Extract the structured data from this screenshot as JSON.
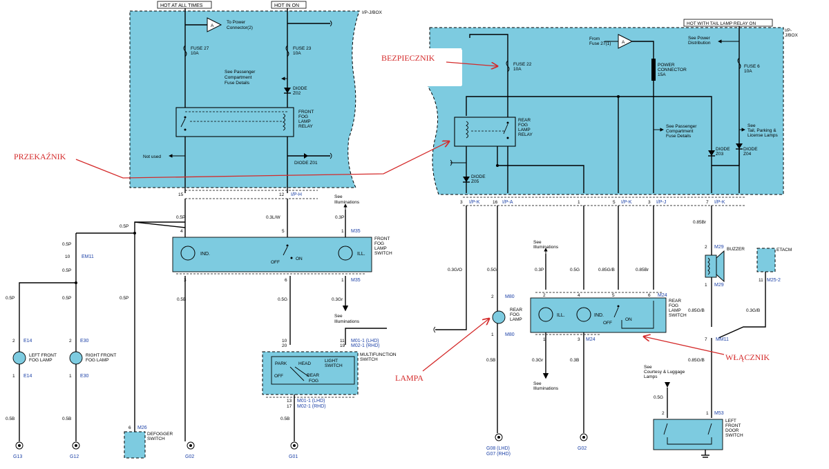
{
  "left_box": {
    "hot_all_times": "HOT AT ALL TIMES",
    "hot_in_on": "HOT IN ON",
    "box_name": "I/P-J/BOX",
    "conn_a": "A",
    "to_power_connector": [
      "To Power",
      "Connector(2)"
    ],
    "fuse27": [
      "FUSE 27",
      "10A"
    ],
    "fuse23": [
      "FUSE 23",
      "10A"
    ],
    "see_passenger": [
      "See Passenger",
      "Compartment",
      "Fuse Details"
    ],
    "diode_z02": [
      "DIODE",
      "Z02"
    ],
    "relay": [
      "FRONT",
      "FOG",
      "LAMP",
      "RELAY"
    ],
    "not_used": "Not used",
    "diode_z01": "DIODE Z01"
  },
  "right_box": {
    "hot_tail": "HOT WITH TAIL LAMP RELAY ON",
    "box_name": [
      "I/P-",
      "J/BOX"
    ],
    "from_fuse": [
      "From",
      "Fuse 27(1)"
    ],
    "conn_a": "A",
    "see_power_dist": [
      "See Power",
      "Distribution"
    ],
    "fuse22": [
      "FUSE 22",
      "10A"
    ],
    "power_connector": [
      "POWER",
      "CONNECTOR",
      "15A"
    ],
    "fuse6": [
      "FUSE 6",
      "10A"
    ],
    "relay": [
      "REAR",
      "FOG",
      "LAMP",
      "RELAY"
    ],
    "see_passenger": [
      "See Passenger",
      "Compartment",
      "Fuse Details"
    ],
    "see_tail": [
      "See",
      "Tail, Parking &",
      "License Lamps"
    ],
    "diode_z03": [
      "DIODE",
      "Z03"
    ],
    "diode_z04": [
      "DIODE",
      "Z04"
    ],
    "diode_z05": [
      "DIODE",
      "Z05"
    ]
  },
  "annotations": {
    "bezpiecznik": "BEZPIECZNIK",
    "przekaznik": "PRZEKAŹNIK",
    "lampa": "LAMPA",
    "wlacznik": "WŁĄCZNIK"
  },
  "left_pins": {
    "p15": "15",
    "p12": "12",
    "iph": "I/P-H",
    "see_illum_top": [
      "See",
      "Illuminations"
    ],
    "w05p_a": "0.5P",
    "w05p_b": "0.5P",
    "w03lw": "0.3L/W",
    "w03p": "0.3P",
    "p4": "4",
    "p5": "5",
    "p1": "1",
    "m35": "M35",
    "w05p_c": "0.5P",
    "w05p_d": "0.5P",
    "em11_10": "10",
    "em11": "EM11",
    "w05p_e": "0.5P",
    "w05p_f": "0.5P",
    "w05p_g": "0.5P",
    "w05p_h": "0.5P",
    "p2a": "2",
    "e14a": "E14",
    "p2b": "2",
    "e30a": "E30",
    "left_fog": [
      "LEFT FRONT",
      "FOG LAMP"
    ],
    "right_fog": [
      "RIGHT FRONT",
      "FOG LAMP"
    ],
    "p1a": "1",
    "e14b": "E14",
    "p1b": "1",
    "e30b": "E30",
    "w05b_a": "0.5B",
    "w05b_b": "0.5B",
    "g13": "G13",
    "g12": "G12",
    "p6": "6",
    "m26": "M26",
    "defogger": [
      "DEFOGGER",
      "SWITCH"
    ],
    "g02a": "G02"
  },
  "front_switch": {
    "ind": "IND.",
    "ill": "ILL.",
    "off": "OFF",
    "on": "ON",
    "name": [
      "FRONT",
      "FOG",
      "LAMP",
      "SWITCH"
    ],
    "p3": "3",
    "p6": "6",
    "p1": "1",
    "m35": "M35",
    "w05b": "0.5B",
    "w05g": "0.5G",
    "w03gr": "0.3Gr",
    "see_illum": [
      "See",
      "Illuminations"
    ]
  },
  "multifunction": {
    "p10": "10",
    "p20": "20",
    "p11": "11",
    "p19": "19",
    "m01_lhd": "M01-1 (LHD)",
    "m02_rhd": "M02-1 (RHD)",
    "park": "PARK",
    "head": "HEAD",
    "off": "OFF",
    "rear": "REAR",
    "fog": "FOG",
    "light_switch": [
      "LIGHT",
      "SWITCH"
    ],
    "name": [
      "MULTIFUNCTION",
      "SWITCH"
    ],
    "p13": "13",
    "p17": "17",
    "m01b": "M01-1 (LHD)",
    "m02b": "M02-1 (RHD)",
    "w05b": "0.5B",
    "g01": "G01"
  },
  "right_pins": {
    "p3": "3",
    "ipk_a": "I/P-K",
    "p16": "16",
    "ipa": "I/P-A",
    "p1": "1",
    "p5": "5",
    "ipk_b": "I/P-K",
    "p3b": "3",
    "ipj": "I/P-J",
    "p7": "7",
    "ipk_c": "I/P-K",
    "w03go": "0.3G/O",
    "w05g": "0.5G",
    "see_illum": [
      "See",
      "Illuminations"
    ],
    "w03p": "0.3P",
    "w05g_b": "0.5G",
    "w085gb": "0.85G/B",
    "w085br": "0.85Br",
    "w085br_b": "0.85Br",
    "m29_2": "2",
    "m29": "M29",
    "buzzer": "BUZZER",
    "etacm": "ETACM",
    "m29_1": "1",
    "m29b": "M29",
    "p11": "11",
    "m252": "M25-2",
    "w085gb_b": "0.85G/B",
    "w03gb": "0.3G/B",
    "p2": "2",
    "m80": "M80",
    "rear_fog_lamp": [
      "REAR",
      "FOG",
      "LAMP"
    ],
    "p1c": "1",
    "m80b": "M80",
    "w05b": "0.5B",
    "g08": "G08 (LHD)",
    "g07": "G07 (RHD)"
  },
  "rear_switch": {
    "p2": "2",
    "p4": "4",
    "p5": "5",
    "p6": "6",
    "m24": "M24",
    "ill": "ILL.",
    "ind": "IND.",
    "off": "OFF",
    "on": "ON",
    "name": [
      "REAR",
      "FOG",
      "LAMP",
      "SWITCH"
    ],
    "p1": "1",
    "p3": "3",
    "m24b": "M24",
    "w03gr": "0.3Gr",
    "w03b": "0.3B",
    "see_illum": [
      "See",
      "Illuminations"
    ],
    "g02": "G02"
  },
  "door_switch": {
    "mm11_7": "7",
    "mm11": "MM11",
    "w085gb": "0.85G/B",
    "see_courtesy": [
      "See",
      "Courtesy & Luggage",
      "Lamps"
    ],
    "w05g": "0.5G",
    "p2": "2",
    "p1": "1",
    "m53": "M53",
    "name": [
      "LEFT",
      "FRONT",
      "DOOR",
      "SWITCH"
    ]
  }
}
